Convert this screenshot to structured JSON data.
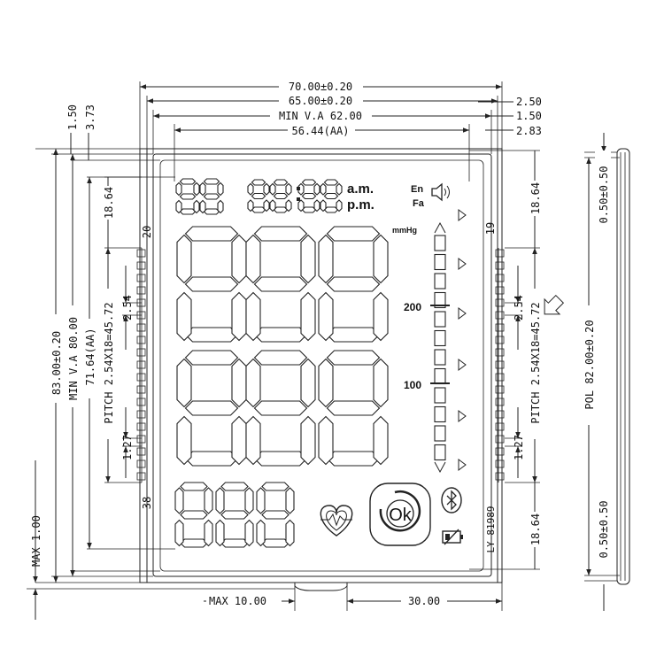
{
  "dimensions": {
    "top_width_total": "70.00±0.20",
    "top_width_glass": "65.00±0.20",
    "top_width_va": "MIN V.A 62.00",
    "top_width_aa": "56.44(AA)",
    "right_2_50": "2.50",
    "right_1_50": "1.50",
    "right_2_83": "2.83",
    "left_1_50": "1.50",
    "left_3_73": "3.73",
    "left_total_height": "83.00±0.20",
    "left_va_height": "MIN V.A 80.00",
    "left_aa_height": "71.64(AA)",
    "left_pitch": "PITCH 2.54X18=45.72",
    "left_pin_pitch": "2.54",
    "left_pin_width": "1.27",
    "left_top_pin": "18.64",
    "right_top_pin": "18.64",
    "right_pitch": "PITCH 2.54X18=45.72",
    "right_pin_pitch": "2.54",
    "right_pin_width": "1.27",
    "right_bottom_pin": "18.64",
    "left_max": "MAX 1.00",
    "bottom_max": "MAX 10.00",
    "bottom_30": "30.00",
    "pol_top": "0.50±0.50",
    "pol_height": "POL 82.00±0.20",
    "pol_bottom": "0.50±0.50"
  },
  "pins": {
    "left_top": "20",
    "left_bottom": "38",
    "right_top": "19"
  },
  "lcd": {
    "time_am": "a.m.",
    "time_pm": "p.m.",
    "lang_en": "En",
    "lang_fa": "Fa",
    "unit": "mmHg",
    "scale_200": "200",
    "scale_100": "100",
    "ok_label": "Ok",
    "model": "LY-81989"
  },
  "icons": {
    "speaker": "speaker-icon",
    "heart": "heart-icon",
    "bluetooth": "bluetooth-icon",
    "battery": "battery-low-icon",
    "ok": "ok-button-icon",
    "polarizer": "polarizer-direction-icon"
  }
}
